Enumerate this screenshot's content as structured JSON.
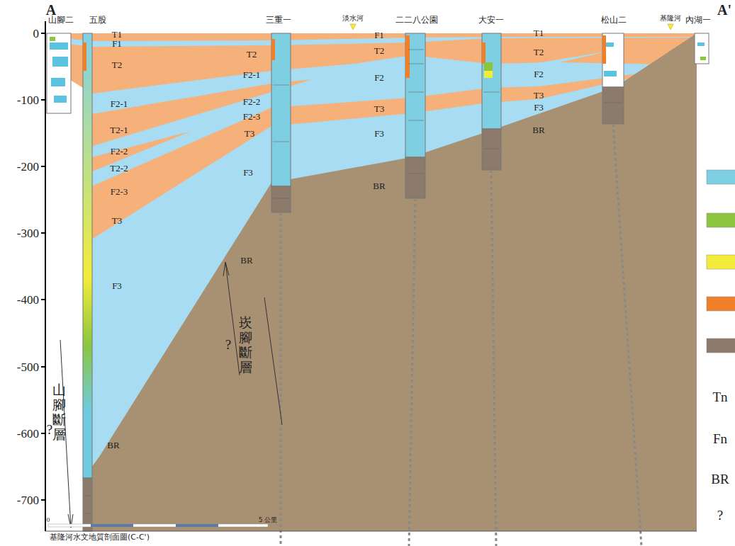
{
  "diagram": {
    "caption": "基隆河水文地質剖面圖(C-C')",
    "labels": [
      "A",
      "A'",
      "山腳二",
      "五股",
      "三重一",
      "淡水河",
      "二二八公園",
      "大安一",
      "松山二",
      "基隆河",
      "內湖一",
      "0",
      "-100",
      "-200",
      "-300",
      "-400",
      "-500",
      "-600",
      "-700",
      "T1",
      "F1",
      "T2",
      "F2-1",
      "T2-1",
      "F2-2",
      "T2-2",
      "F2-3",
      "T3",
      "F3",
      "BR",
      "T2",
      "F2-1",
      "F2-2",
      "F2-3",
      "T3",
      "F3",
      "BR",
      "F1",
      "T2",
      "F2",
      "T3",
      "F3",
      "BR",
      "T1",
      "T2",
      "F2",
      "T3",
      "F3",
      "BR",
      "山腳斷層",
      "?",
      "崁腳斷層",
      "?",
      "0",
      "5 公里",
      "Tn",
      "Fn",
      "BR",
      "?"
    ]
  }
}
